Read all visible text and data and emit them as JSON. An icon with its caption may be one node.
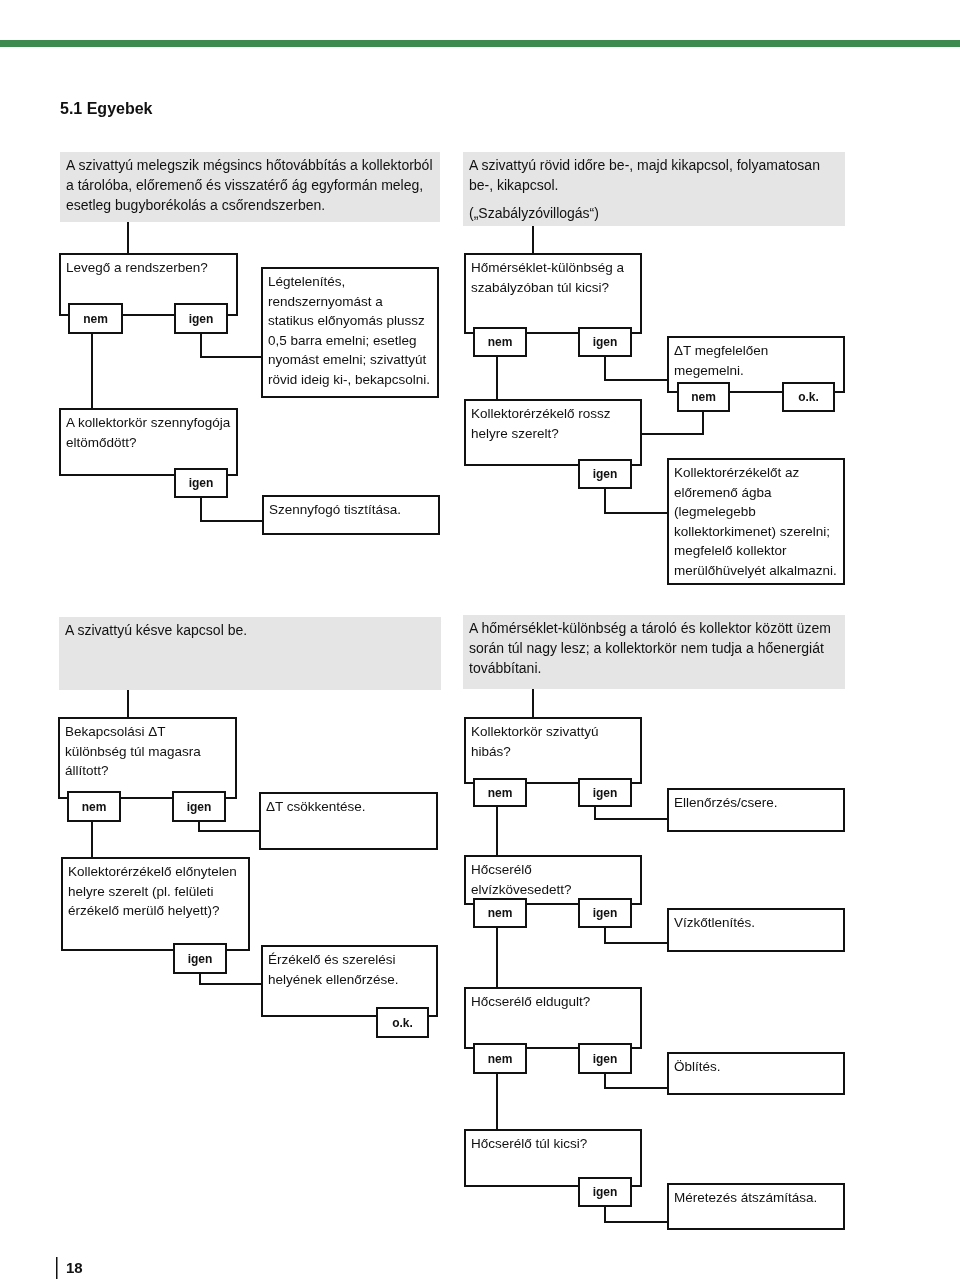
{
  "diagram": {
    "title": "5.1 Egyebek",
    "nodes": [
      {
        "text": [
          "A szivattyú melegszik mégsincs hőtovábbítás a kollektorból a tárolóba, előremenő és visszatérő ág egyformán meleg, esetleg bugyborékolás a csőrendszerben."
        ]
      },
      {
        "text": [
          "Levegő a rendszerben?"
        ]
      },
      {
        "text": [
          "nem"
        ]
      },
      {
        "text": [
          "igen"
        ]
      },
      {
        "text": [
          "Légtelenítés, rendszernyomást a statikus előnyomás plussz 0,5 barra emelni; esetleg nyomást emelni; szivattyút rövid ideig ki-, bekapcsolni."
        ]
      },
      {
        "text": [
          "A kollektorkör szennyfogója eltömődött?"
        ]
      },
      {
        "text": [
          "igen"
        ]
      },
      {
        "text": [
          "Szennyfogó tisztítása."
        ]
      },
      {
        "text": [
          "A szivattyú rövid időre be-, majd kikapcsol, folyamatosan be-, kikapcsol.",
          "(„Szabályzóvillogás“)"
        ]
      },
      {
        "text": [
          "Hőmérséklet-különbség a szabályzóban túl kicsi?"
        ]
      },
      {
        "text": [
          "nem"
        ]
      },
      {
        "text": [
          "igen"
        ]
      },
      {
        "text": [
          "ΔT megfelelően megemelni."
        ]
      },
      {
        "text": [
          "nem"
        ]
      },
      {
        "text": [
          "o.k."
        ]
      },
      {
        "text": [
          "Kollektorérzékelő rossz helyre szerelt?"
        ]
      },
      {
        "text": [
          "igen"
        ]
      },
      {
        "text": [
          "Kollektorérzékelőt az előremenő ágba (legmelegebb kollektorkimenet) szerelni; megfelelő kollektor merülőhüvelyét alkalmazni."
        ]
      },
      {
        "text": [
          "A szivattyú késve kapcsol be."
        ]
      },
      {
        "text": [
          "Bekapcsolási ΔT különbség túl magasra állított?"
        ]
      },
      {
        "text": [
          "nem"
        ]
      },
      {
        "text": [
          "igen"
        ]
      },
      {
        "text": [
          "ΔT csökkentése."
        ]
      },
      {
        "text": [
          "Kollektorérzékelő előnytelen helyre szerelt (pl. felületi érzékelő merülő helyett)?"
        ]
      },
      {
        "text": [
          "igen"
        ]
      },
      {
        "text": [
          "Érzékelő és szerelési helyének ellenőrzése."
        ]
      },
      {
        "text": [
          "o.k."
        ]
      },
      {
        "text": [
          "A hőmérséklet-különbség a tároló és kollektor között üzem során túl nagy lesz; a kollektorkör nem tudja a hőenergiát továbbítani."
        ]
      },
      {
        "text": [
          "Kollektorkör szivattyú hibás?"
        ]
      },
      {
        "text": [
          "nem"
        ]
      },
      {
        "text": [
          "igen"
        ]
      },
      {
        "text": [
          "Ellenőrzés/csere."
        ]
      },
      {
        "text": [
          "Hőcserélő elvízkövesedett?"
        ]
      },
      {
        "text": [
          "nem"
        ]
      },
      {
        "text": [
          "igen"
        ]
      },
      {
        "text": [
          "Vízkőtlenítés."
        ]
      },
      {
        "text": [
          "Hőcserélő eldugult?"
        ]
      },
      {
        "text": [
          "nem"
        ]
      },
      {
        "text": [
          "igen"
        ]
      },
      {
        "text": [
          "Öblítés."
        ]
      },
      {
        "text": [
          "Hőcserélő túl kicsi?"
        ]
      },
      {
        "text": [
          "igen"
        ]
      },
      {
        "text": [
          "Méretezés átszámítása."
        ]
      }
    ],
    "edges": [
      {
        "from": 0,
        "to": 1,
        "arrow": "none"
      },
      {
        "from": 3,
        "to": 4,
        "arrow": "none"
      },
      {
        "from": 2,
        "to": 5,
        "arrow": "none"
      },
      {
        "from": 6,
        "to": 7,
        "arrow": "none"
      },
      {
        "from": 8,
        "to": 9,
        "arrow": "none"
      },
      {
        "from": 11,
        "to": 12,
        "arrow": "none"
      },
      {
        "from": 10,
        "to": 15,
        "arrow": "none"
      },
      {
        "from": 13,
        "to": 15,
        "arrow": "none"
      },
      {
        "from": 16,
        "to": 17,
        "arrow": "none"
      },
      {
        "from": 18,
        "to": 19,
        "arrow": "none"
      },
      {
        "from": 21,
        "to": 22,
        "arrow": "none"
      },
      {
        "from": 20,
        "to": 23,
        "arrow": "none"
      },
      {
        "from": 24,
        "to": 25,
        "arrow": "none"
      },
      {
        "from": 27,
        "to": 28,
        "arrow": "none"
      },
      {
        "from": 30,
        "to": 31,
        "arrow": "none"
      },
      {
        "from": 29,
        "to": 32,
        "arrow": "none"
      },
      {
        "from": 34,
        "to": 35,
        "arrow": "none"
      },
      {
        "from": 33,
        "to": 36,
        "arrow": "none"
      },
      {
        "from": 38,
        "to": 39,
        "arrow": "none"
      },
      {
        "from": 37,
        "to": 40,
        "arrow": "none"
      },
      {
        "from": 41,
        "to": 42,
        "arrow": "none"
      }
    ],
    "labels": [
      "18"
    ]
  }
}
